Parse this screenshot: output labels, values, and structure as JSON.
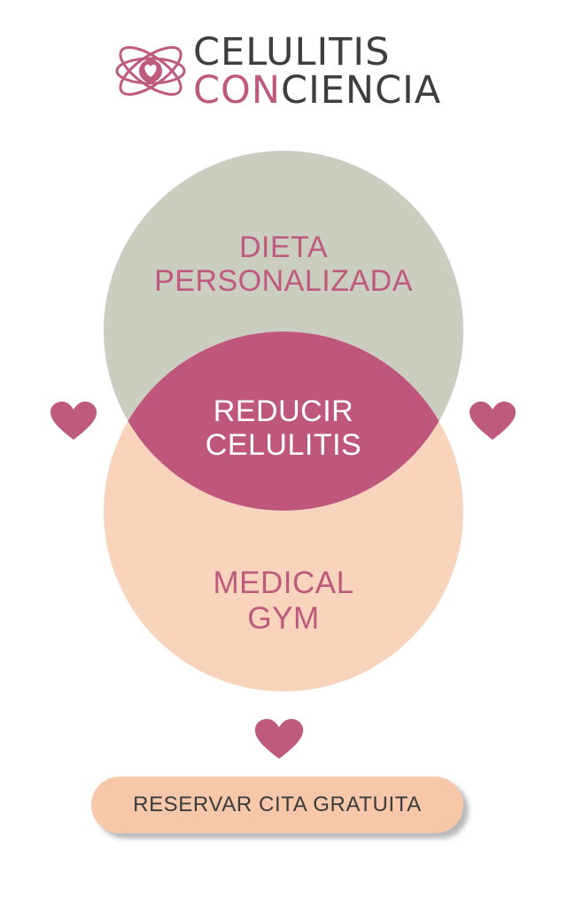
{
  "brand": {
    "line1": "CELULITIS",
    "line2_accent": "CON",
    "line2_rest": "CIENCIA",
    "logo_icon": "atom-heart-icon"
  },
  "venn": {
    "top_circle": {
      "line1": "DIETA",
      "line2": "PERSONALIZADA",
      "color": "#cacdc0"
    },
    "intersection": {
      "line1": "REDUCIR",
      "line2": "CELULITIS",
      "color": "#bf567c"
    },
    "bottom_circle": {
      "line1": "MEDICAL",
      "line2": "GYM",
      "color": "#f8d4bd"
    }
  },
  "decorations": {
    "heart_icon": "heart-icon",
    "heart_color": "#be5a7e"
  },
  "cta": {
    "label": "RESERVAR CITA GRATUITA",
    "color": "#f6c7a8"
  },
  "colors": {
    "accent": "#be5a7e",
    "text_dark": "#3f3d3d",
    "background": "#ffffff"
  }
}
